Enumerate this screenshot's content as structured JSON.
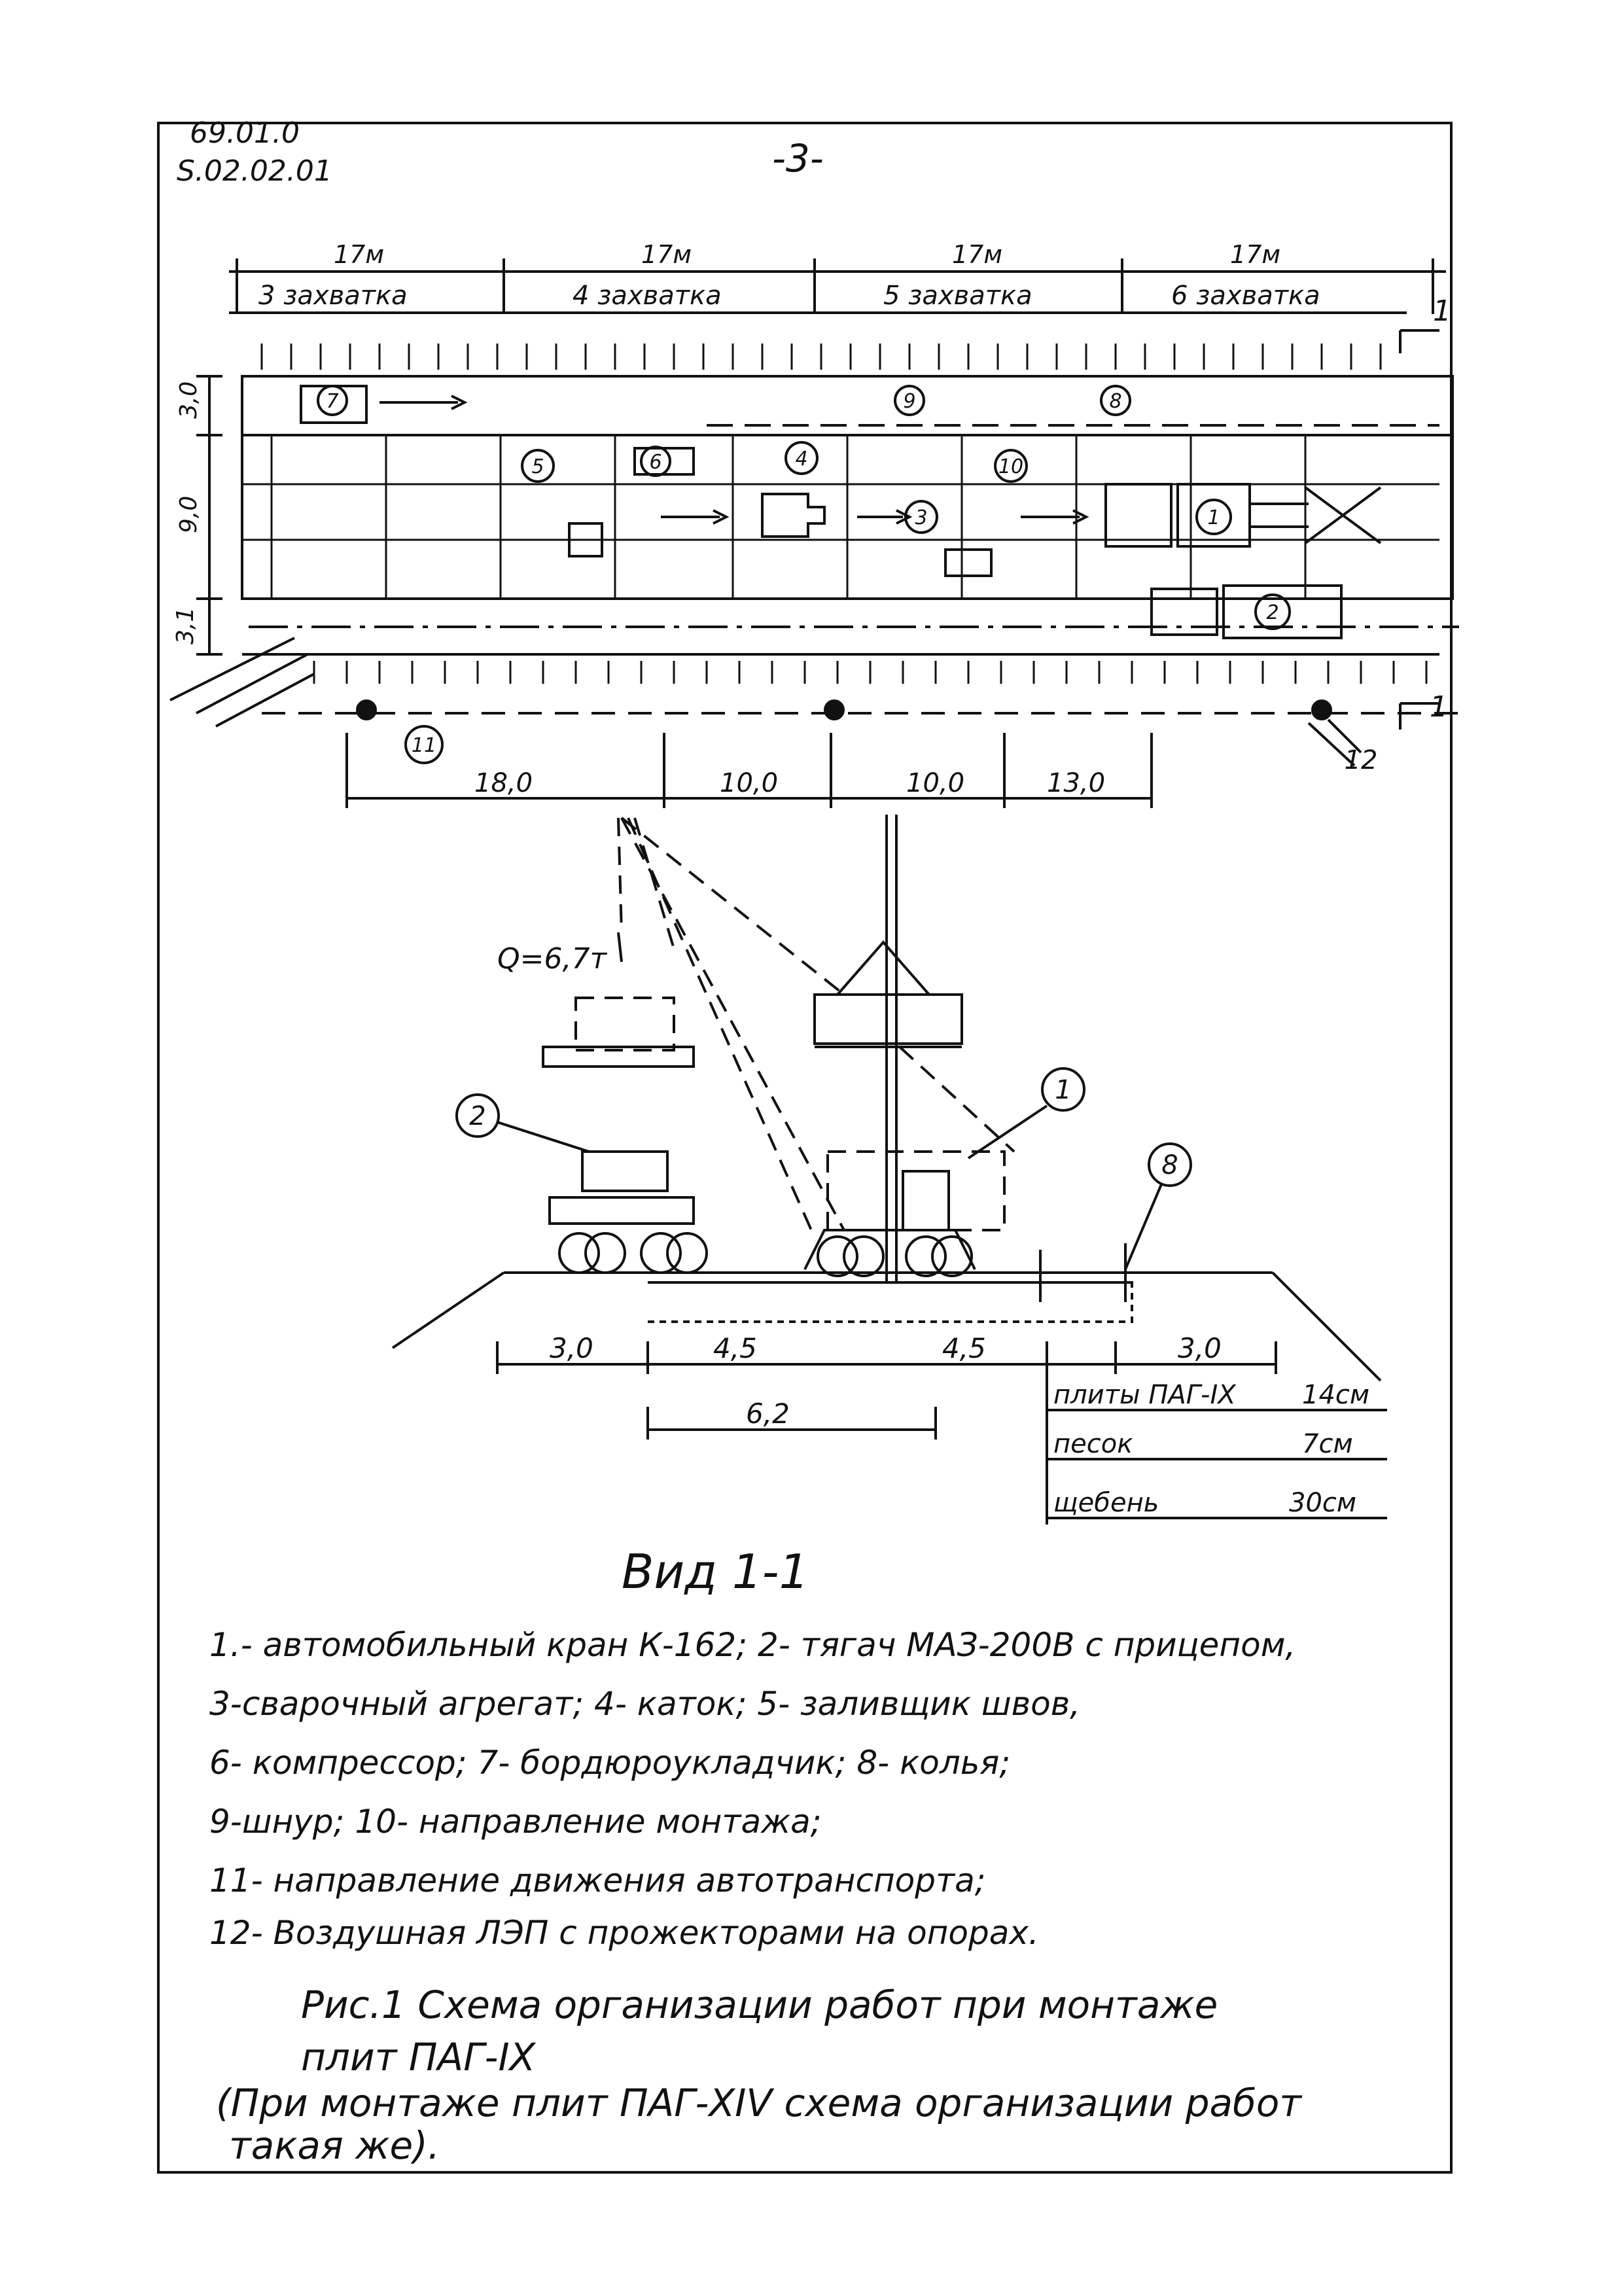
{
  "sheet": {
    "stamp_line1": "69.01.0",
    "stamp_line2": "S.02.02.01",
    "page_number": "-3-"
  },
  "plan": {
    "segments": [
      {
        "length": "17м",
        "name": "3 захватка"
      },
      {
        "length": "17м",
        "name": "4 захватка"
      },
      {
        "length": "17м",
        "name": "5 захватка"
      },
      {
        "length": "17м",
        "name": "6 захватка"
      }
    ],
    "section_mark": "1",
    "left_dims": [
      "3,0",
      "9,0",
      "3,1"
    ],
    "bottom_dims": [
      "18,0",
      "10,0",
      "10,0",
      "13,0"
    ],
    "callouts": [
      "1",
      "2",
      "3",
      "4",
      "5",
      "6",
      "7",
      "8",
      "9",
      "10",
      "11",
      "12"
    ]
  },
  "section": {
    "load_label": "Q=6,7т",
    "callouts": [
      "1",
      "2",
      "8"
    ],
    "dims_top": [
      "3,0",
      "4,5",
      "4,5",
      "3,0"
    ],
    "dim_bottom": "6,2",
    "layers": [
      {
        "material": "плиты ПАГ-IX",
        "thickness": "14см"
      },
      {
        "material": "песок",
        "thickness": "7см"
      },
      {
        "material": "щебень",
        "thickness": "30см"
      }
    ],
    "view_title": "Вид 1-1"
  },
  "legend": [
    "1.- автомобильный кран К-162; 2- тягач МАЗ-200В с прицепом,",
    "3-сварочный агрегат; 4- каток; 5- заливщик швов,",
    "6- компрессор; 7- бордюроукладчик; 8- колья;",
    "9-шнур; 10- направление монтажа;",
    "11- направление движения автотранспорта;",
    "12- Воздушная ЛЭП с прожекторами на опорах."
  ],
  "caption": {
    "line1": "Рис.1 Схема организации работ при монтаже",
    "line2": "плит ПАГ-IX",
    "line3": "(При монтаже плит ПАГ-XIV схема организации работ",
    "line4": "такая же)."
  }
}
